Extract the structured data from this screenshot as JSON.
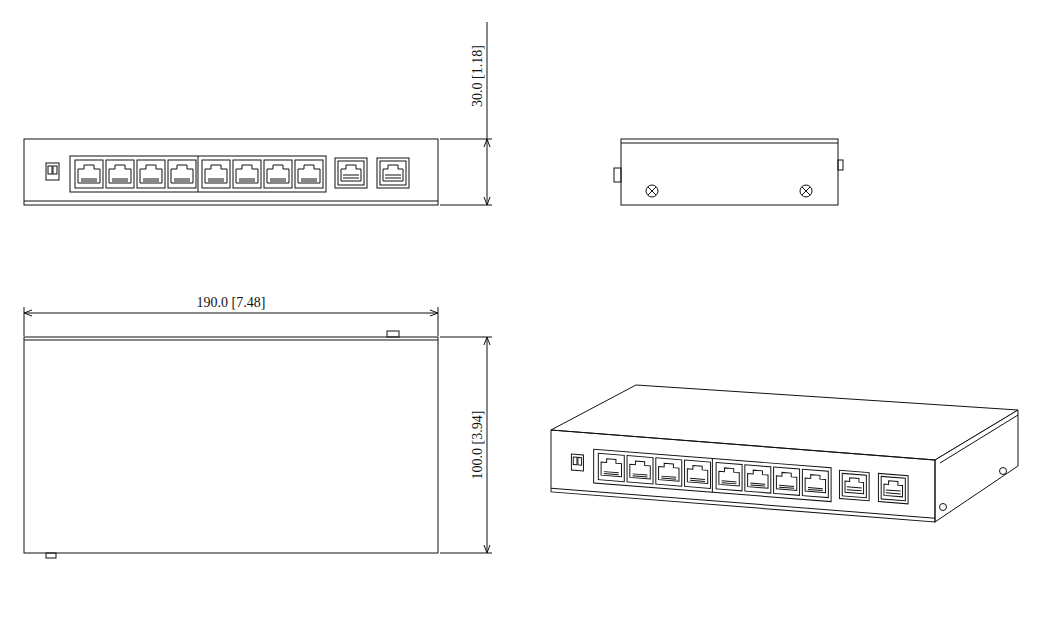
{
  "diagram": {
    "labels": [
      "30.0 [1.18]",
      "190.0 [7.48]",
      "100.0 [3.94]"
    ]
  }
}
